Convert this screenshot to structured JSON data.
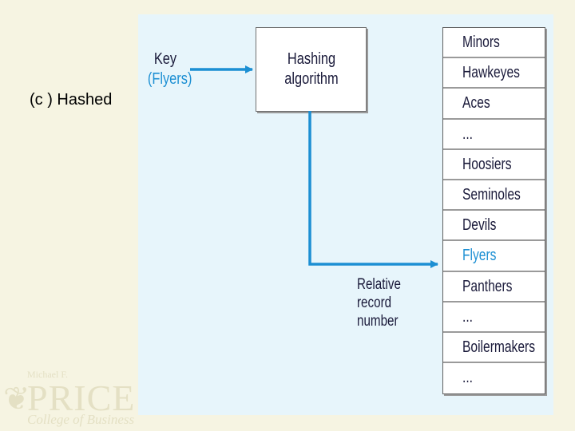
{
  "slide": {
    "caption": "(c ) Hashed"
  },
  "watermark": {
    "small": "Michael F.",
    "big": "PRICE",
    "sub": "College of Business"
  },
  "diagram": {
    "key_label": "Key",
    "key_value": "(Flyers)",
    "hash_box": "Hashing\nalgorithm",
    "relative_record_number": "Relative\nrecord\nnumber",
    "records": [
      "Minors",
      "Hawkeyes",
      "Aces",
      "...",
      "Hoosiers",
      "Seminoles",
      "Devils",
      "Flyers",
      "Panthers",
      "...",
      "Boilermakers",
      "..."
    ],
    "highlighted_record": "Flyers"
  },
  "colors": {
    "panel_background": "#e7f5fb",
    "slide_background": "#f6f4e2",
    "arrow": "#1c8fd3",
    "highlight_text": "#1c8fd3"
  }
}
